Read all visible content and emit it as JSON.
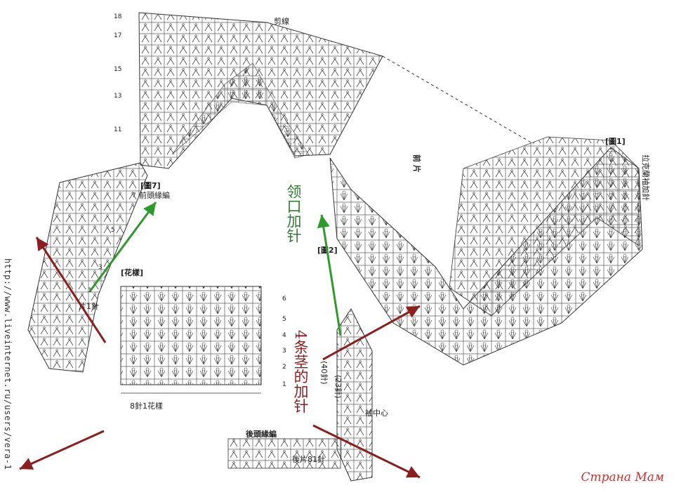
{
  "diagram": {
    "labels": {
      "cut_line": "剪線",
      "front_piece": "前 片",
      "fig1": "[圖1]",
      "fig2": "[圖2]",
      "fig7": "[圖7]",
      "front_neck_edge": "前頭緣編",
      "pattern": "[花樣]",
      "pattern_repeat": "8針1花樣",
      "back_neck_edge": "後頭緣編",
      "sleeve_center": "袖中心",
      "back_stitches": "後片81針",
      "one_stitch": "片1針",
      "raglan_right": "拉克蘭袖加針",
      "stitch_count_40": "(40針)",
      "stitch_count_23": "(23針)"
    },
    "annotations": {
      "neckline_increase": "领口加针",
      "four_lines_increase": "4条茎的加针"
    },
    "colors": {
      "green_arrow": "#2e9a2e",
      "red_arrow": "#8b1f1f",
      "line": "#333333"
    },
    "row_numbers_top": [
      "18",
      "17",
      "15",
      "13",
      "11"
    ],
    "row_numbers_left": [
      "7",
      "5",
      "3",
      "1"
    ],
    "pattern_rows": [
      "6",
      "5",
      "4",
      "3",
      "2",
      "1"
    ],
    "url": "http://www.liveinternet.ru/users/vera-1",
    "watermark": "Страна Мам"
  }
}
